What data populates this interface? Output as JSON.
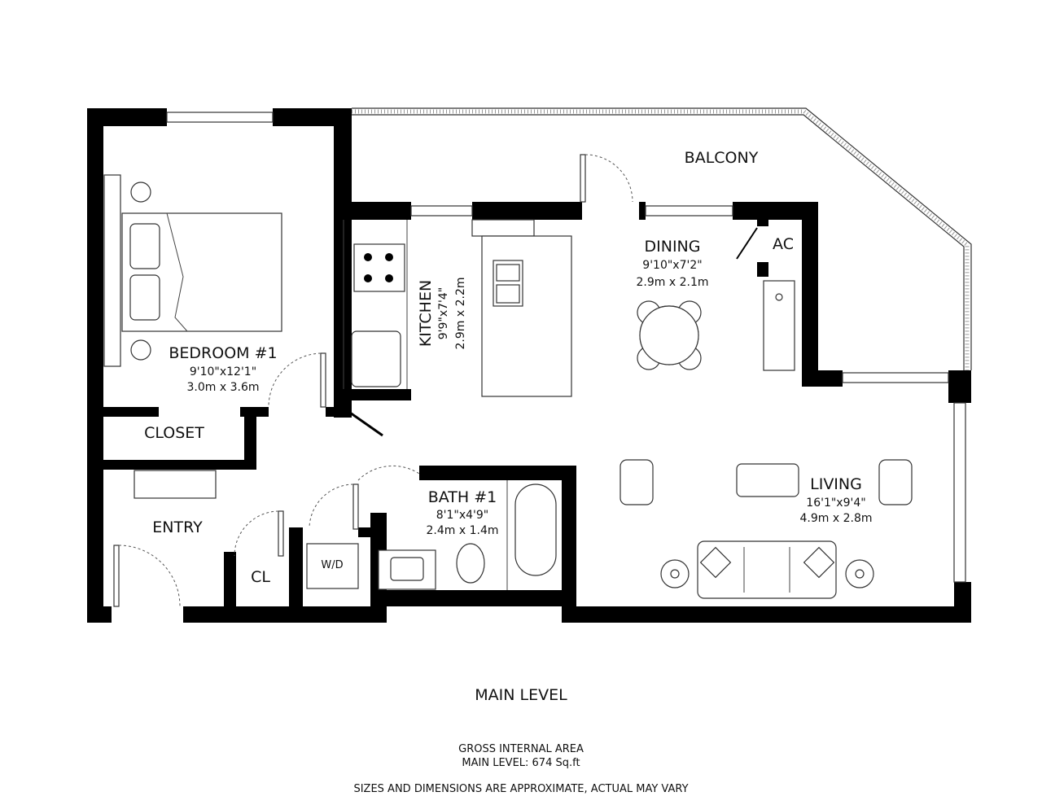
{
  "rooms": {
    "balcony": {
      "name": "BALCONY"
    },
    "bedroom": {
      "name": "BEDROOM #1",
      "imperial": "9'10\"x12'1\"",
      "metric": "3.0m x 3.6m"
    },
    "closet": {
      "name": "CLOSET"
    },
    "kitchen": {
      "name": "KITCHEN",
      "imperial": "9'9\"x7'4\"",
      "metric": "2.9m x 2.2m"
    },
    "dining": {
      "name": "DINING",
      "imperial": "9'10\"x7'2\"",
      "metric": "2.9m x 2.1m"
    },
    "ac": {
      "name": "AC"
    },
    "living": {
      "name": "LIVING",
      "imperial": "16'1\"x9'4\"",
      "metric": "4.9m x 2.8m"
    },
    "bath": {
      "name": "BATH #1",
      "imperial": "8'1\"x4'9\"",
      "metric": "2.4m x 1.4m"
    },
    "entry": {
      "name": "ENTRY"
    },
    "cl": {
      "name": "CL"
    },
    "wd": {
      "name": "W/D"
    }
  },
  "footer": {
    "level_title": "MAIN LEVEL",
    "area_title": "GROSS INTERNAL AREA",
    "area_value": "MAIN LEVEL: 674 Sq.ft",
    "disclaimer": "SIZES AND DIMENSIONS ARE APPROXIMATE, ACTUAL MAY VARY"
  }
}
